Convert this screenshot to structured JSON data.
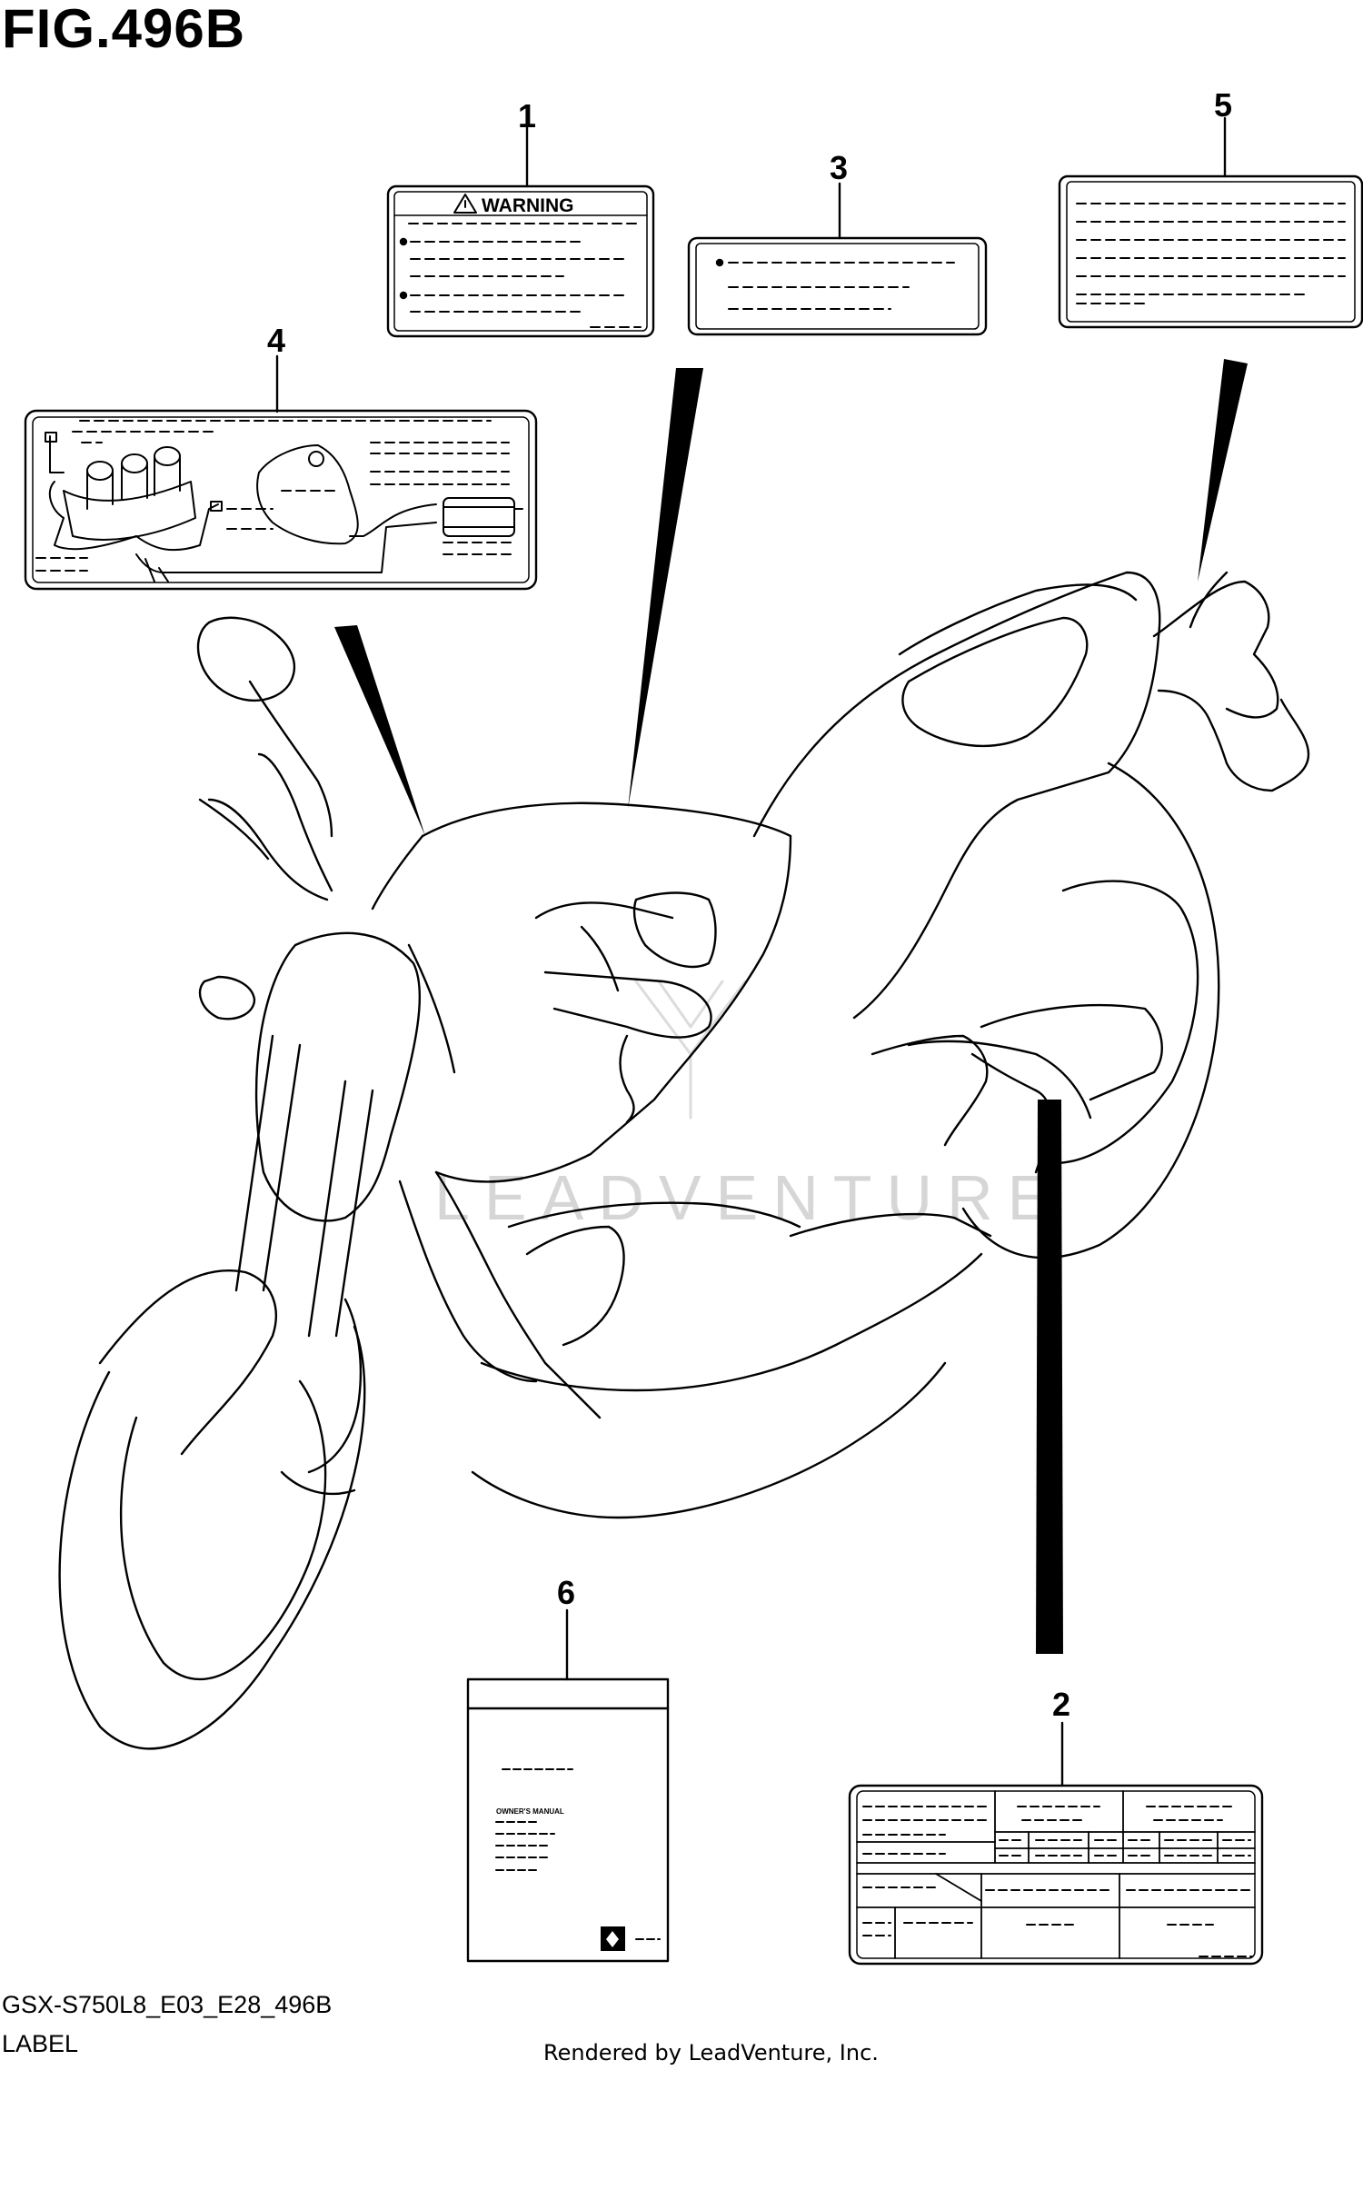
{
  "figure": {
    "title": "FIG.496B",
    "code": "GSX-S750L8_E03_E28_496B",
    "name": "LABEL",
    "rendered_by": "Rendered by LeadVenture, Inc.",
    "watermark": "LEADVENTURE"
  },
  "callouts": [
    "1",
    "2",
    "3",
    "4",
    "5",
    "6"
  ],
  "label1": {
    "heading": "WARNING"
  },
  "label6": {
    "text": "OWNER'S MANUAL"
  }
}
